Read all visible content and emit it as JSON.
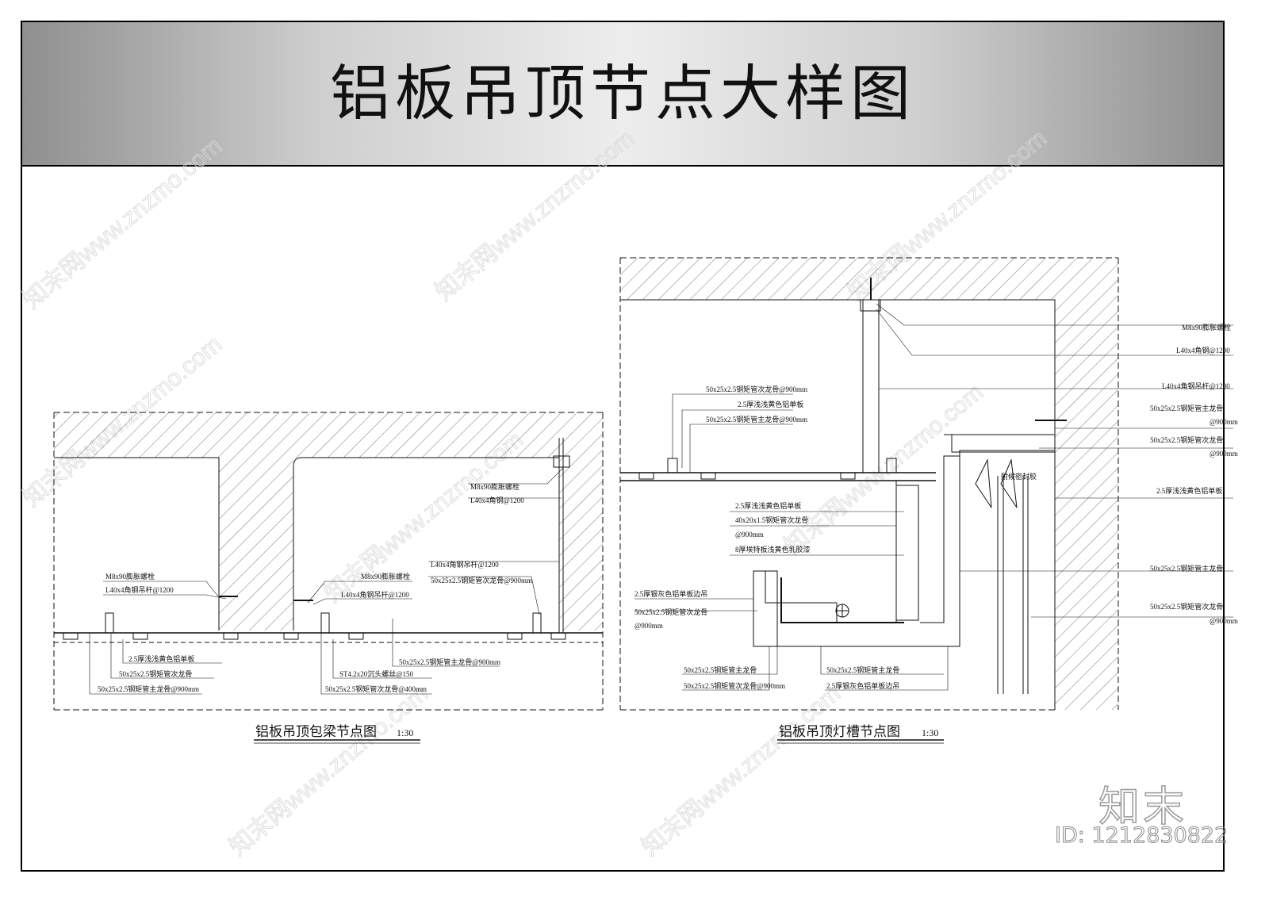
{
  "header": {
    "title": "铝板吊顶节点大样图"
  },
  "left_detail": {
    "caption": "铝板吊顶包梁节点图",
    "scale": "1:30",
    "labels": {
      "l1": "M8x90膨胀螺栓",
      "l2": "L40x4角钢@1200",
      "l3": "L40x4角钢吊杆@1200",
      "l4": "50x25x2.5钢矩管次龙骨@900mm",
      "l5": "M8x90膨胀螺栓",
      "l6": "L40x4角钢吊杆@1200",
      "l7": "M8x90膨胀螺栓",
      "l8": "L40x4角钢吊杆@1200",
      "l9": "2.5厚浅浅黄色铝单板",
      "l10": "50x25x2.5钢矩管次龙骨",
      "l11": "50x25x2.5钢矩管主龙骨@900mm",
      "l12": "ST4.2x20沉头螺丝@150",
      "l13": "50x25x2.5钢矩管次龙骨@400mm",
      "l14": "50x25x2.5钢矩管主龙骨@900mm"
    }
  },
  "right_detail": {
    "caption": "铝板吊顶灯槽节点图",
    "scale": "1:30",
    "labels": {
      "r1": "M8x90膨胀螺栓",
      "r2": "L40x4角钢@1200",
      "r3": "L40x4角钢吊杆@1200",
      "r4a": "50x25x2.5钢矩管主龙骨",
      "r4b": "@900mm",
      "r5a": "50x25x2.5钢矩管次龙骨",
      "r5b": "@900mm",
      "r6": "2.5厚浅浅黄色铝单板",
      "r7": "50x25x2.5钢矩管主龙骨",
      "r8a": "50x25x2.5钢矩管次龙骨",
      "r8b": "@900mm",
      "r9": "50x25x2.5钢矩管次龙骨@900mm",
      "r10": "2.5厚浅浅黄色铝单板",
      "r11": "50x25x2.5钢矩管主龙骨@900mm",
      "r12": "2.5厚浅浅黄色铝单板",
      "r13": "40x20x1.5钢矩管次龙骨",
      "r14": "@900mm",
      "r15": "8厚埃特板浅黄色乳胶漆",
      "r16": "2.5厚银灰色铝单板边吊",
      "r17": "50x25x2.5钢矩管次龙骨",
      "r18": "@900mm",
      "r19": "耐候密封胶",
      "r20": "50x25x2.5钢矩管主龙骨",
      "r21": "50x25x2.5钢矩管次龙骨@900mm",
      "r22": "50x25x2.5钢矩管主龙骨",
      "r23": "2.5厚银灰色铝单板边吊"
    }
  },
  "watermarks": {
    "text": "知末网www.znzmo.com",
    "brand": "知末",
    "image_id": "ID: 1212830822"
  },
  "colors": {
    "line": "#111111",
    "hatch": "#555555",
    "title_bar_edge": "#8f8f8f",
    "title_bar_center": "#ededed"
  }
}
